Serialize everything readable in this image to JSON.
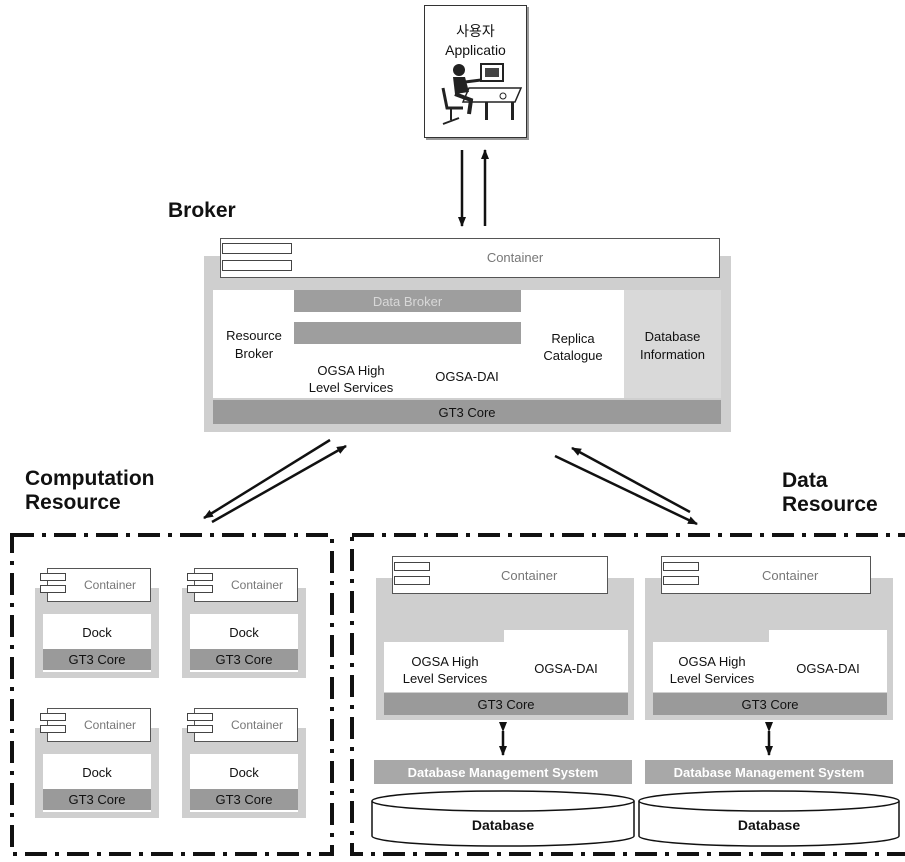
{
  "user": {
    "line1": "사용자",
    "line2": "Applicatio"
  },
  "broker": {
    "heading": "Broker",
    "container": "Container",
    "data_broker": "Data Broker",
    "resource_broker_1": "Resource",
    "resource_broker_2": "Broker",
    "ogsa_high_1": "OGSA High",
    "ogsa_high_2": "Level Services",
    "ogsa_dai": "OGSA-DAI",
    "replica_1": "Replica",
    "replica_2": "Catalogue",
    "dbinfo_1": "Database",
    "dbinfo_2": "Information",
    "gt3": "GT3 Core"
  },
  "computation": {
    "heading_1": "Computation",
    "heading_2": "Resource",
    "nodes": [
      {
        "container": "Container",
        "dock": "Dock",
        "gt3": "GT3 Core"
      },
      {
        "container": "Container",
        "dock": "Dock",
        "gt3": "GT3 Core"
      },
      {
        "container": "Container",
        "dock": "Dock",
        "gt3": "GT3 Core"
      },
      {
        "container": "Container",
        "dock": "Dock",
        "gt3": "GT3 Core"
      }
    ]
  },
  "data_resource": {
    "heading_1": "Data",
    "heading_2": "Resource",
    "nodes": [
      {
        "container": "Container",
        "ogsa_high_1": "OGSA High",
        "ogsa_high_2": "Level Services",
        "ogsa_dai": "OGSA-DAI",
        "gt3": "GT3 Core",
        "dbms": "Database Management System",
        "database": "Database"
      },
      {
        "container": "Container",
        "ogsa_high_1": "OGSA High",
        "ogsa_high_2": "Level Services",
        "ogsa_dai": "OGSA-DAI",
        "gt3": "GT3 Core",
        "dbms": "Database Management System",
        "database": "Database"
      }
    ]
  },
  "colors": {
    "panel": "#cfcfcf",
    "band": "#9a9a9a",
    "dbms": "#a8a8a8",
    "line": "#111111"
  },
  "icons": {
    "user": "user-at-computer-icon",
    "container": "component-icon",
    "database": "cylinder-icon"
  }
}
